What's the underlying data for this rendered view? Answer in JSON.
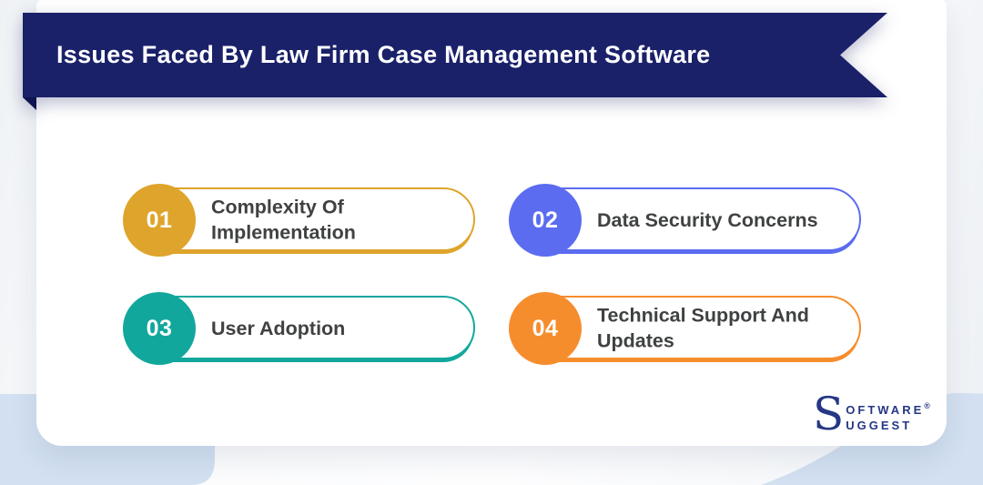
{
  "banner": {
    "title": "Issues Faced By Law Firm Case Management Software"
  },
  "items": [
    {
      "number": "01",
      "label": "Complexity Of Implementation",
      "color": "#DFA42B"
    },
    {
      "number": "02",
      "label": "Data Security Concerns",
      "color": "#5B6CF0"
    },
    {
      "number": "03",
      "label": "User Adoption",
      "color": "#12A79C"
    },
    {
      "number": "04",
      "label": "Technical Support And Updates",
      "color": "#F68D2D"
    }
  ],
  "logo": {
    "initial": "S",
    "word_top": "OFTWARE",
    "registered": "®",
    "word_bottom": "UGGEST"
  },
  "colors": {
    "banner_bg": "#1A2169",
    "banner_fold": "#0E1450",
    "card_bg": "#FFFFFF",
    "label_text": "#3F4142",
    "number_text": "#FFFFFF",
    "logo_text": "#253784",
    "bottom_blob": "#D2E0F1"
  }
}
